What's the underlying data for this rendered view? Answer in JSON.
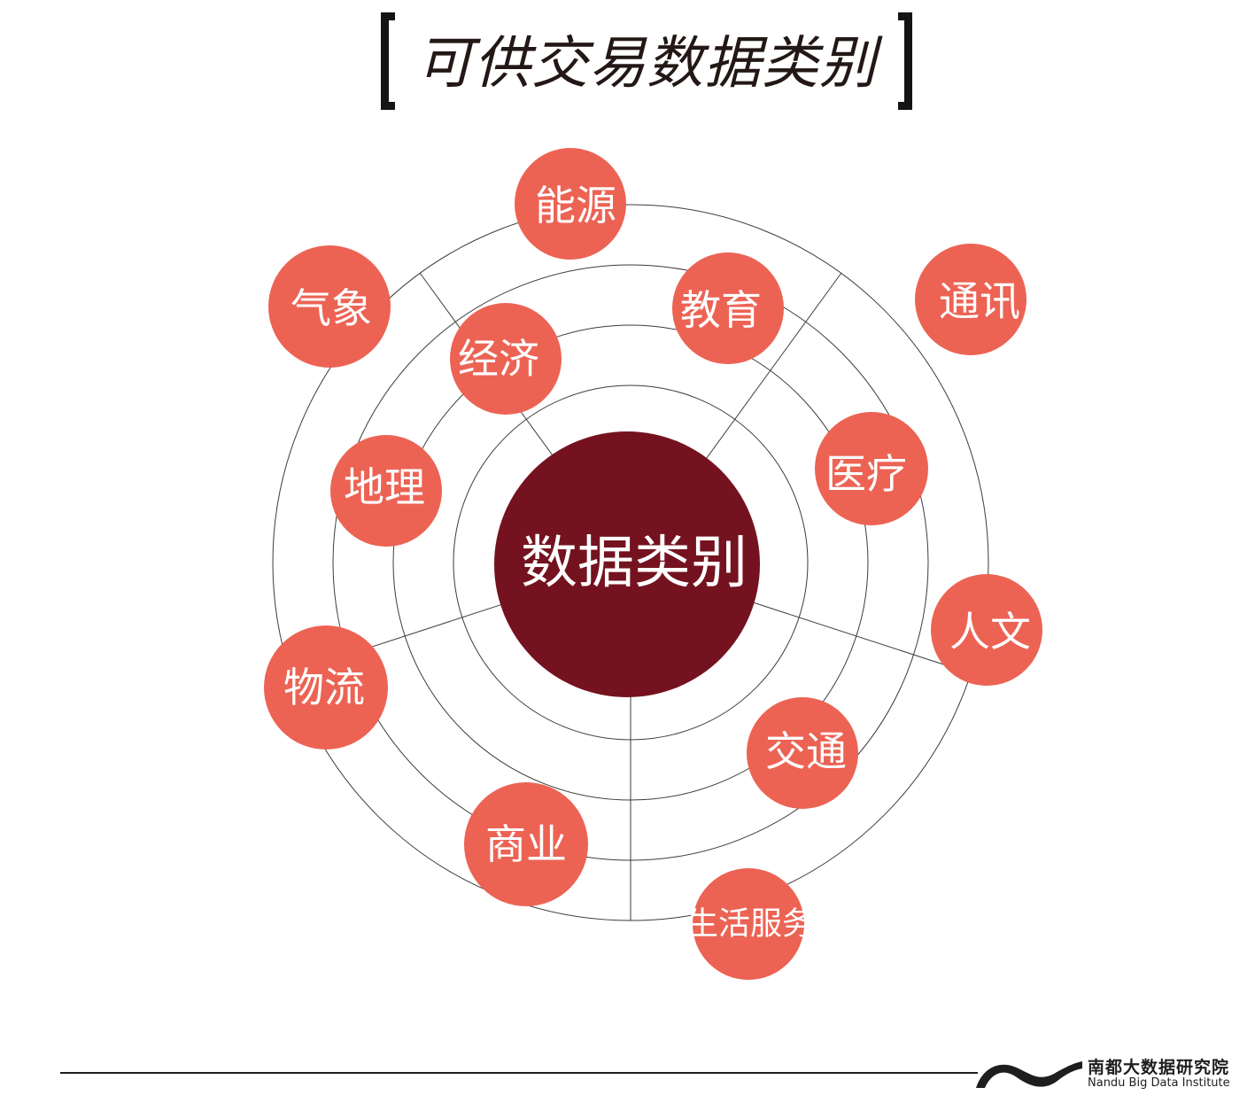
{
  "title": "可供交易数据类别",
  "center": {
    "label": "数据类别",
    "color": "#74131f"
  },
  "node_color": "#ec6354",
  "categories": [
    {
      "label": "能源"
    },
    {
      "label": "通讯"
    },
    {
      "label": "教育"
    },
    {
      "label": "经济"
    },
    {
      "label": "气象"
    },
    {
      "label": "医疗"
    },
    {
      "label": "地理"
    },
    {
      "label": "人文"
    },
    {
      "label": "物流"
    },
    {
      "label": "交通"
    },
    {
      "label": "商业"
    },
    {
      "label": "生活服务"
    }
  ],
  "brand": {
    "name_cn": "南都大数据研究院",
    "name_en": "Nandu Big Data Institute",
    "mark_icon": "nandu-logo-icon"
  }
}
